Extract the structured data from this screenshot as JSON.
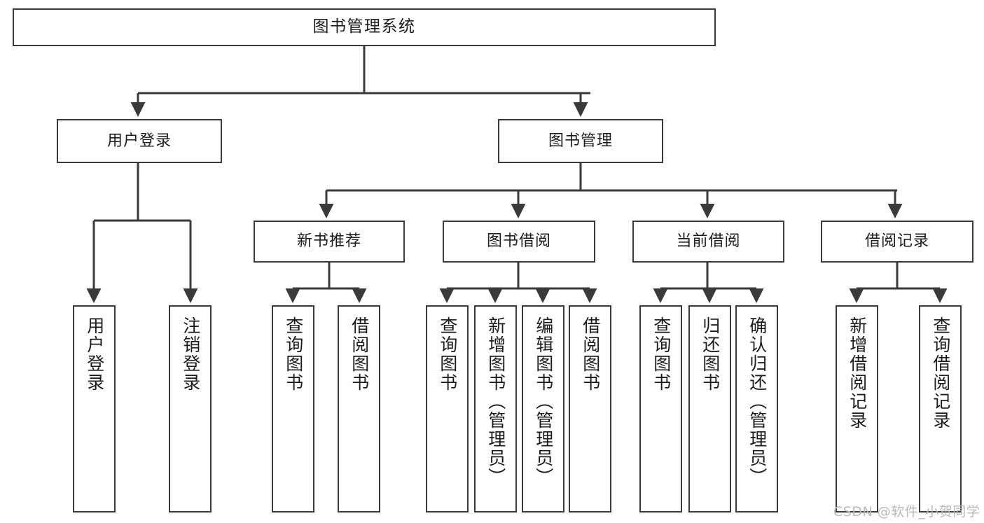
{
  "diagram": {
    "title": "图书管理系统",
    "type": "hierarchy-tree",
    "background_color": "#ffffff",
    "border_color": "#3a3a3a",
    "text_color": "#1c1c1c"
  },
  "nodes": {
    "root": {
      "label": "图书管理系统",
      "level": 1
    },
    "level2": [
      {
        "id": "user-login",
        "label": "用户登录"
      },
      {
        "id": "book-manage",
        "label": "图书管理"
      }
    ],
    "level3": [
      {
        "id": "new-book-recommend",
        "label": "新书推荐"
      },
      {
        "id": "book-borrow",
        "label": "图书借阅"
      },
      {
        "id": "current-borrow",
        "label": "当前借阅"
      },
      {
        "id": "borrow-record",
        "label": "借阅记录"
      }
    ],
    "leaves": {
      "user_login": [
        {
          "id": "leaf-user-login",
          "label": "用户登录"
        },
        {
          "id": "leaf-logout-login",
          "label": "注销登录"
        }
      ],
      "new_book_recommend": [
        {
          "id": "leaf-query-book-1",
          "label": "查询图书"
        },
        {
          "id": "leaf-borrow-book-1",
          "label": "借阅图书"
        }
      ],
      "book_borrow": [
        {
          "id": "leaf-query-book-2",
          "label": "查询图书"
        },
        {
          "id": "leaf-add-book",
          "label": "新增图书（管理员）"
        },
        {
          "id": "leaf-edit-book",
          "label": "编辑图书（管理员）"
        },
        {
          "id": "leaf-borrow-book-2",
          "label": "借阅图书"
        }
      ],
      "current_borrow": [
        {
          "id": "leaf-query-book-3",
          "label": "查询图书"
        },
        {
          "id": "leaf-return-book",
          "label": "归还图书"
        },
        {
          "id": "leaf-confirm-return",
          "label": "确认归还（管理员）"
        }
      ],
      "borrow_record": [
        {
          "id": "leaf-add-record",
          "label": "新增借阅记录"
        },
        {
          "id": "leaf-query-record",
          "label": "查询借阅记录"
        }
      ]
    }
  },
  "watermark": {
    "text": "CSDN @软件_小贺同学",
    "color": "#b9b9b9"
  }
}
